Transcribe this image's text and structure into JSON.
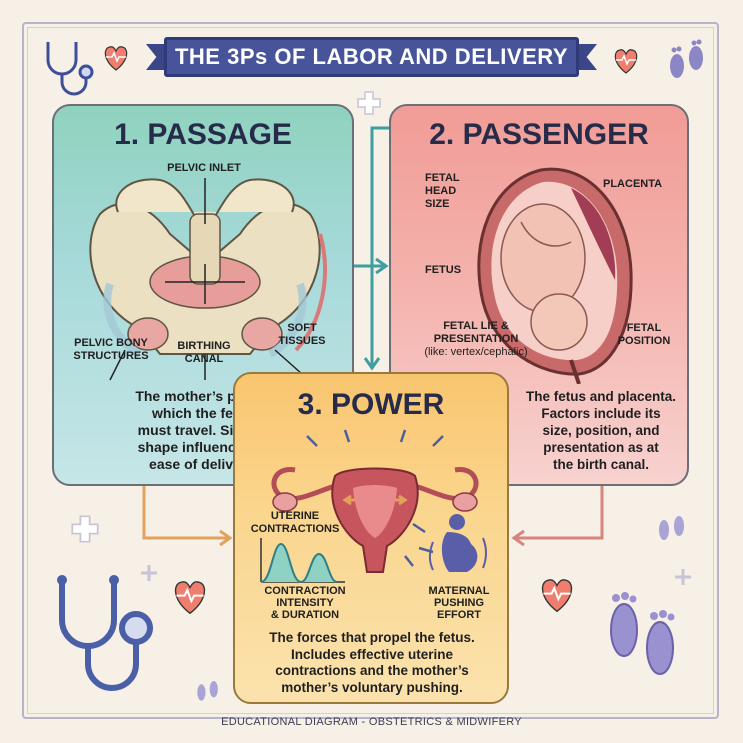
{
  "title": "THE 3Ps OF LABOR AND DELIVERY",
  "footer": "EDUCATIONAL DIAGRAM - OBSTETRICS & MIDWIFERY",
  "passage": {
    "heading": "1. PASSAGE",
    "labels": {
      "pelvic_inlet": "PELVIC INLET",
      "pelvic_bony_1": "PELVIC BONY",
      "pelvic_bony_2": "STRUCTURES",
      "birthing_1": "BIRTHING",
      "birthing_2": "CANAL",
      "soft_1": "SOFT",
      "soft_2": "TISSUES"
    },
    "desc": [
      "The mother’s pelvis,",
      "which the fetus",
      "must travel. Size ad",
      "shape influence the",
      "ease of delivery."
    ]
  },
  "passenger": {
    "heading": "2. PASSENGER",
    "labels": {
      "head_1": "FETAL",
      "head_2": "HEAD",
      "head_3": "SIZE",
      "placenta": "PLACENTA",
      "fetus": "FETUS",
      "lie_1": "FETAL LIE &",
      "lie_2": "PRESENTATION",
      "lie_3": "(like: vertex/cephalic)",
      "position_1": "FETAL",
      "position_2": "POSITION"
    },
    "desc": [
      "The fetus and placenta.",
      "Factors include its",
      "size, position, and",
      "presentation as at",
      "the birth canal."
    ]
  },
  "power": {
    "heading": "3. POWER",
    "labels": {
      "uterine_1": "UTERINE",
      "uterine_2": "CONTRACTIONS",
      "intensity_1": "CONTRACTION",
      "intensity_2": "INTENSITY",
      "intensity_3": "& DURATION",
      "maternal_1": "MATERNAL",
      "maternal_2": "PUSHING",
      "maternal_3": "EFFORT"
    },
    "desc": [
      "The forces that propel the fetus.",
      "Includes effective uterine",
      "contractions and the mother’s",
      "mother’s voluntary pushing."
    ]
  },
  "colors": {
    "passage": "#9fd6c9",
    "passenger": "#f3a9a3",
    "power": "#f9cc7b",
    "banner": "#48549a",
    "arrow_teal": "#3e9ea0",
    "arrow_orange": "#e3a25c",
    "arrow_pink": "#d7857f"
  },
  "icons": [
    "stethoscope-icon",
    "heart-icon",
    "footprint-icon",
    "plus-icon"
  ]
}
